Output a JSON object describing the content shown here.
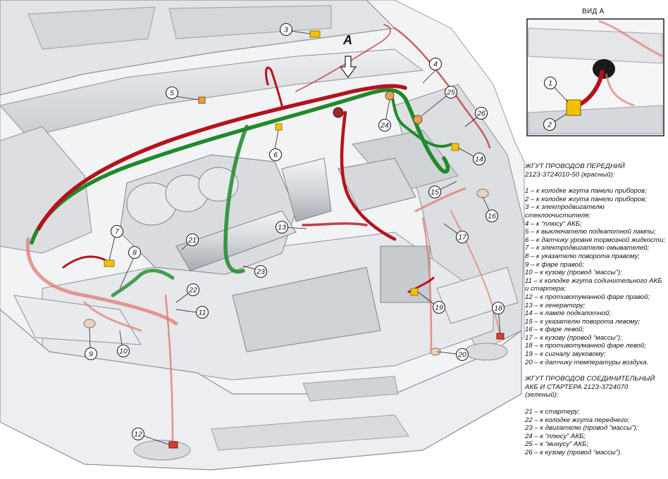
{
  "view_label": "ВИД А",
  "arrow_label": "А",
  "harness1": {
    "title_line1": "ЖГУТ ПРОВОДОВ ПЕРЕДНИЙ",
    "title_line2": "2123-3724010-50 (красный):",
    "items": [
      "1 – к колодке жгута панели приборов;",
      "2 – к колодке жгута панели приборов;",
      "3 – к электродвигателю стеклоочистителя;",
      "4 – к “плюсу” АКБ;",
      "5 – к выключателю подкапотной лампы;",
      "6 – к датчику уровня тормозной жидкости;",
      "7 – к электродвигателю омывателей;",
      "8 – к указателю поворота правому;",
      "9 – к фаре правой;",
      "10 – к кузову (провод “массы”);",
      "11 – к колодке жгута содинительного АКБ и стартера;",
      "12 – к противотуманной фаре правой;",
      "13 – к генератору;",
      "14 – к лампе подкапотной;",
      "15 – к указателю поворота левому;",
      "16 – к фаре левой;",
      "17 – к кузову (провод “массы”);",
      "18 – к противотуманной фаре левой;",
      "19 – к сигналу звуковому;",
      "20 – к датчику температуры воздуха."
    ]
  },
  "harness2": {
    "title_line1": "ЖГУТ ПРОВОДОВ СОЕДИНИТЕЛЬНЫЙ",
    "title_line2": "АКБ И СТАРТЕРА 2123-3724070",
    "title_line3": "(зеленый):",
    "items": [
      "21 – к стартеру;",
      "22 – к колодке жгута переднего;",
      "23 – к двигателю (провод “массы”);",
      "24 – к “плюсу” АКБ;",
      "25 – к “минусу” АКБ;",
      "26 – к кузову (провод “массы”)."
    ]
  },
  "callouts": [
    "1",
    "2",
    "3",
    "4",
    "5",
    "6",
    "7",
    "8",
    "9",
    "10",
    "11",
    "12",
    "13",
    "14",
    "15",
    "16",
    "17",
    "18",
    "19",
    "20",
    "21",
    "22",
    "23",
    "24",
    "25",
    "26"
  ],
  "inset_callouts": [
    "1",
    "2"
  ],
  "colors": {
    "red_harness": "#b5121b",
    "green_harness": "#1f8a2a",
    "body_gray": "#d9dbdf",
    "outline": "#8d9096",
    "connector_yellow": "#f2c200"
  }
}
